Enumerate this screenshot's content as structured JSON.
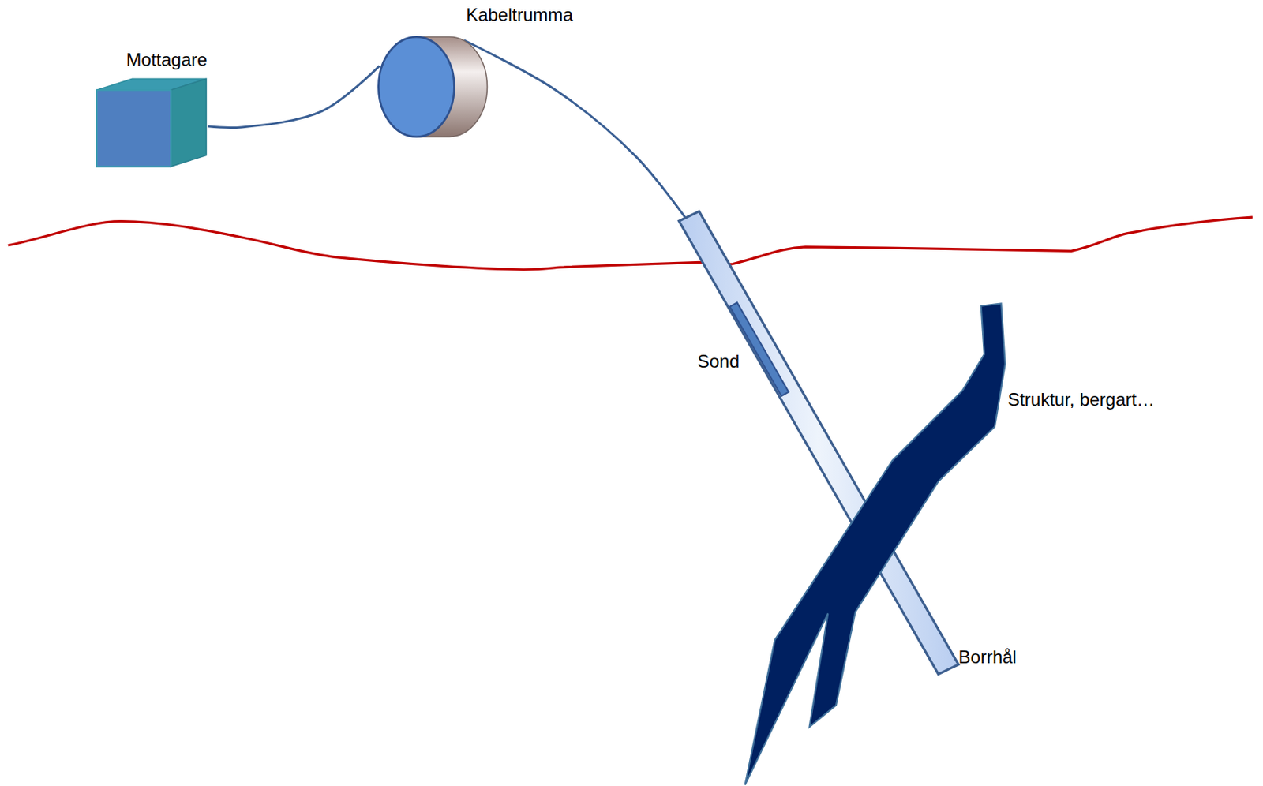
{
  "diagram": {
    "nodes": [
      {
        "text": [
          "Mottagare"
        ]
      },
      {
        "text": [
          "Kabeltrumma"
        ]
      },
      {
        "text": [
          "Borrhål"
        ]
      },
      {
        "text": [
          "Sond"
        ],
        "in": 2
      },
      {
        "text": [
          "Struktur, bergart…"
        ]
      }
    ],
    "edges": [
      {
        "from": 0,
        "to": 1,
        "arrow": "none"
      },
      {
        "from": 1,
        "to": 2,
        "arrow": "none"
      }
    ]
  }
}
